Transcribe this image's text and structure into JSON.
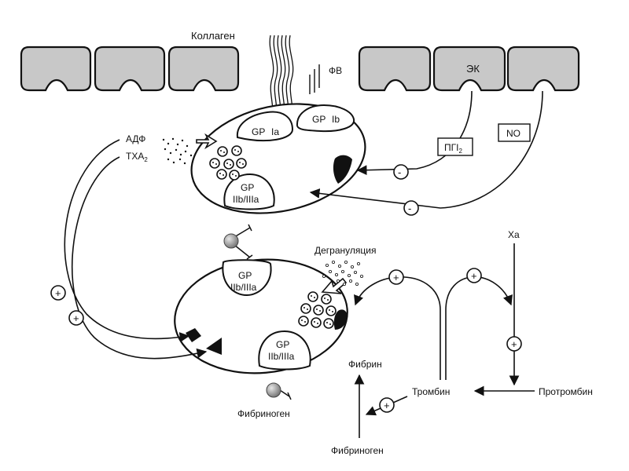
{
  "labels": {
    "collagen": "Коллаген",
    "vwf": "ФВ",
    "ec": "ЭК",
    "adp": "АДФ",
    "txa2_main": "ТХА",
    "txa2_sub": "2",
    "pgi2_main": "ПГI",
    "pgi2_sub": "2",
    "no": "NO",
    "gp_ia_1": "GP",
    "gp_ia_2": "Ia",
    "gp_ib_1": "GP",
    "gp_ib_2": "Ib",
    "gp_top": "GP",
    "gp_top_sub": "IIb/IIIa",
    "gp_mid": "GP",
    "gp_mid_sub": "IIb/IIIa",
    "gp_bot": "GP",
    "gp_bot_sub": "IIb/IIIa",
    "degranulation": "Дегрануляция",
    "xa": "Xa",
    "fibrin": "Фибрин",
    "thrombin": "Тромбин",
    "prothrombin": "Протромбин",
    "fibrinogen_platelet": "Фибриноген",
    "fibrinogen_bottom": "Фибриноген",
    "plus": "+",
    "minus": "-"
  },
  "colors": {
    "cell_fill": "#c8c8c8",
    "stroke": "#111111",
    "sphere": "#9a9a9a"
  }
}
